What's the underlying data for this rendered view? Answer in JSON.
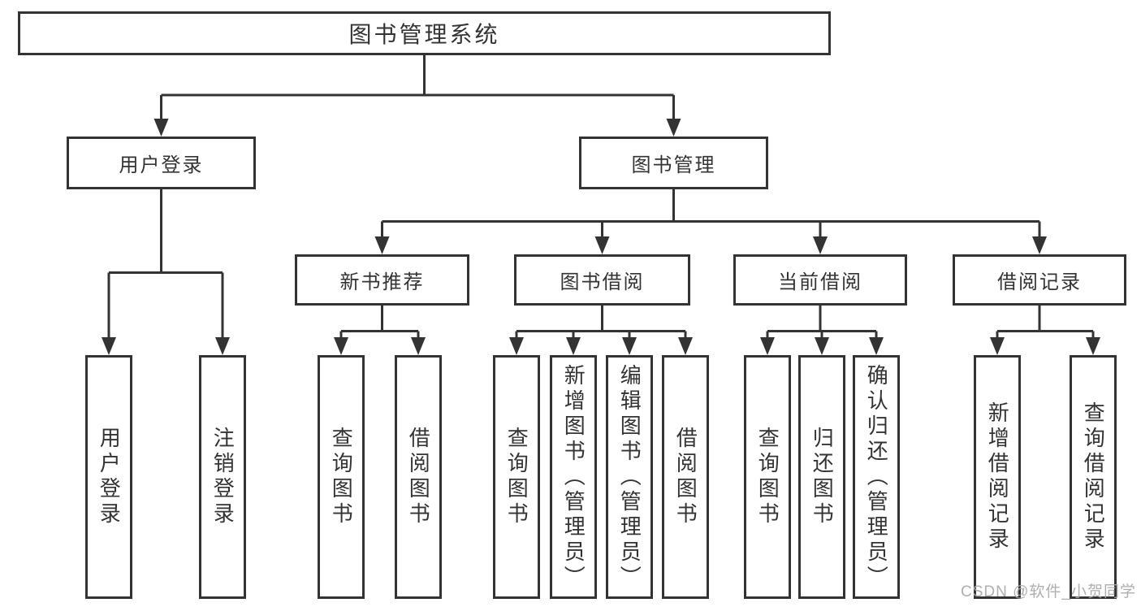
{
  "root": {
    "label": "图书管理系统"
  },
  "level2": {
    "user_login": {
      "label": "用户登录"
    },
    "book_management": {
      "label": "图书管理"
    }
  },
  "level3": {
    "new_book_recommend": {
      "label": "新书推荐"
    },
    "book_borrow": {
      "label": "图书借阅"
    },
    "current_borrow": {
      "label": "当前借阅"
    },
    "borrow_records": {
      "label": "借阅记录"
    }
  },
  "leaves": {
    "user_login": [
      {
        "label": "用户登录"
      },
      {
        "label": "注销登录"
      }
    ],
    "new_book_recommend": [
      {
        "label": "查询图书"
      },
      {
        "label": "借阅图书"
      }
    ],
    "book_borrow": [
      {
        "label": "查询图书"
      },
      {
        "label": "新增图书（管理员）"
      },
      {
        "label": "编辑图书（管理员）"
      },
      {
        "label": "借阅图书"
      }
    ],
    "current_borrow": [
      {
        "label": "查询图书"
      },
      {
        "label": "归还图书"
      },
      {
        "label": "确认归还（管理员）"
      }
    ],
    "borrow_records": [
      {
        "label": "新增借阅记录"
      },
      {
        "label": "查询借阅记录"
      }
    ]
  },
  "watermark": {
    "text": "CSDN @软件_小贺同学"
  },
  "colors": {
    "line": "#333333",
    "text": "#333333",
    "box_background": "#ffffff",
    "watermark": "#a8a8a8"
  }
}
